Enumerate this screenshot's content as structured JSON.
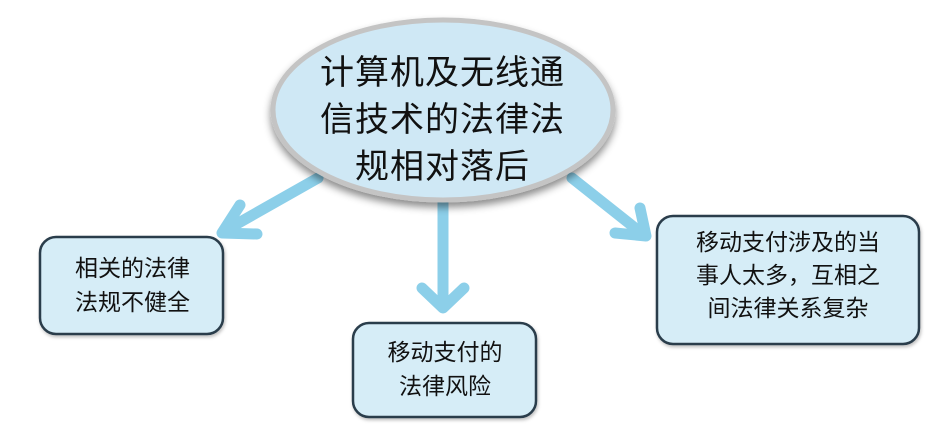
{
  "central": {
    "lines": [
      "计算机及无线通",
      "信技术的法律法",
      "规相对落后"
    ]
  },
  "nodes": {
    "left": {
      "lines": [
        "相关的法律",
        "法规不健全"
      ]
    },
    "bottom": {
      "lines": [
        "移动支付的",
        "法律风险"
      ]
    },
    "right": {
      "lines": [
        "移动支付涉及的当",
        "事人太多，互相之",
        "间法律关系复杂"
      ]
    }
  },
  "colors": {
    "central_fill": "#cfe8f5",
    "central_border": "#bdbdbd",
    "node_fill": "#d6edf7",
    "node_border": "#2c3e4c",
    "arrow": "#8ccfe9"
  }
}
